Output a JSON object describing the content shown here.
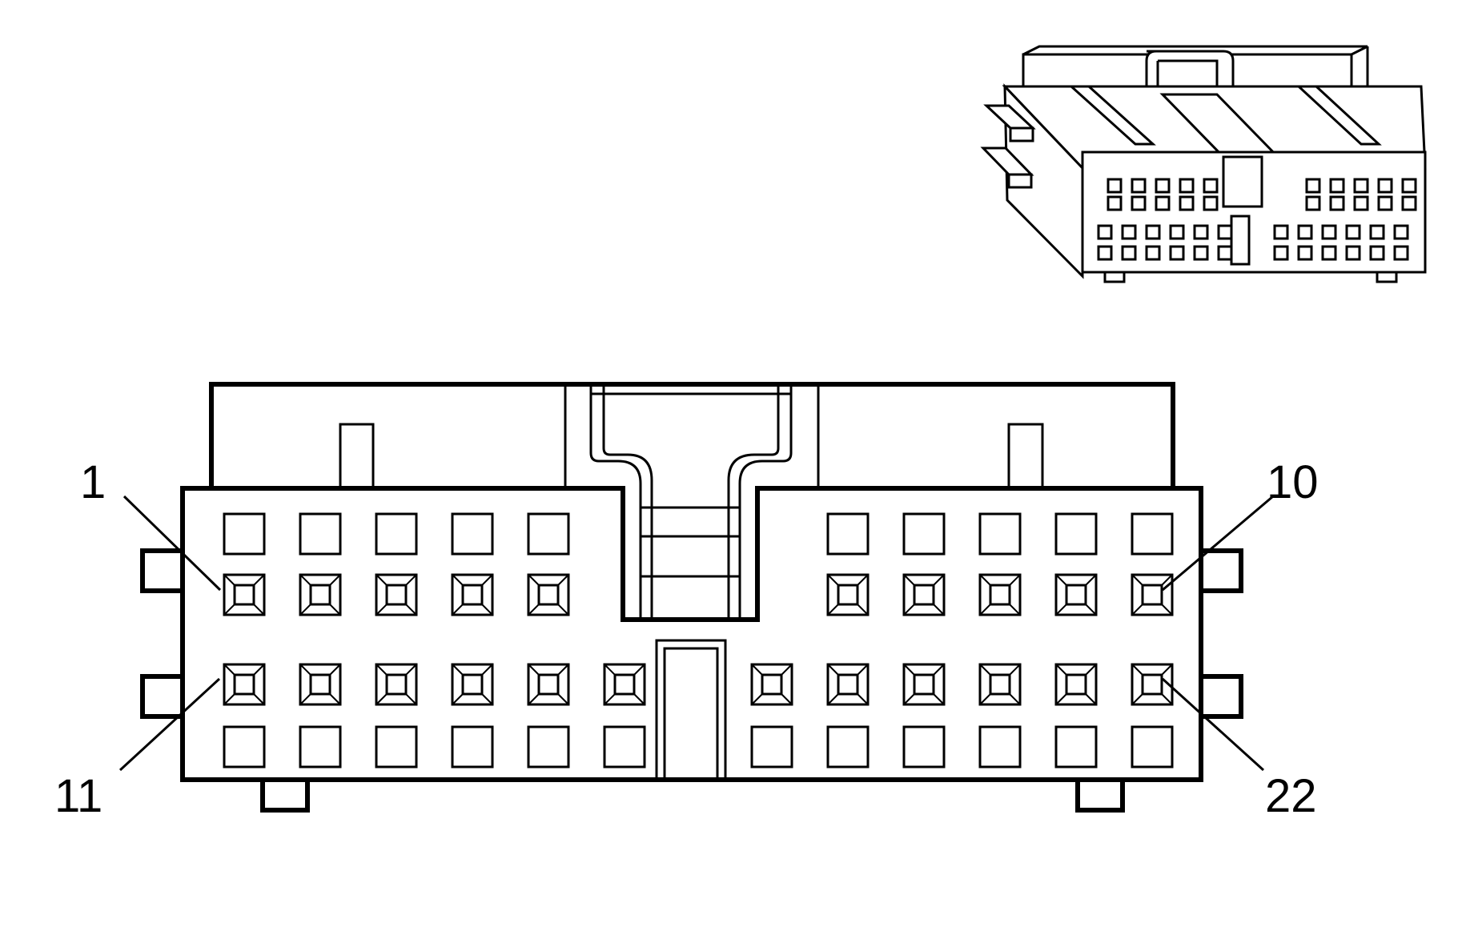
{
  "connector": {
    "pin_labels": {
      "top_left": "1",
      "top_right": "10",
      "bottom_left": "11",
      "bottom_right": "22"
    }
  },
  "colors": {
    "stroke": "#000000",
    "background": "#ffffff"
  }
}
